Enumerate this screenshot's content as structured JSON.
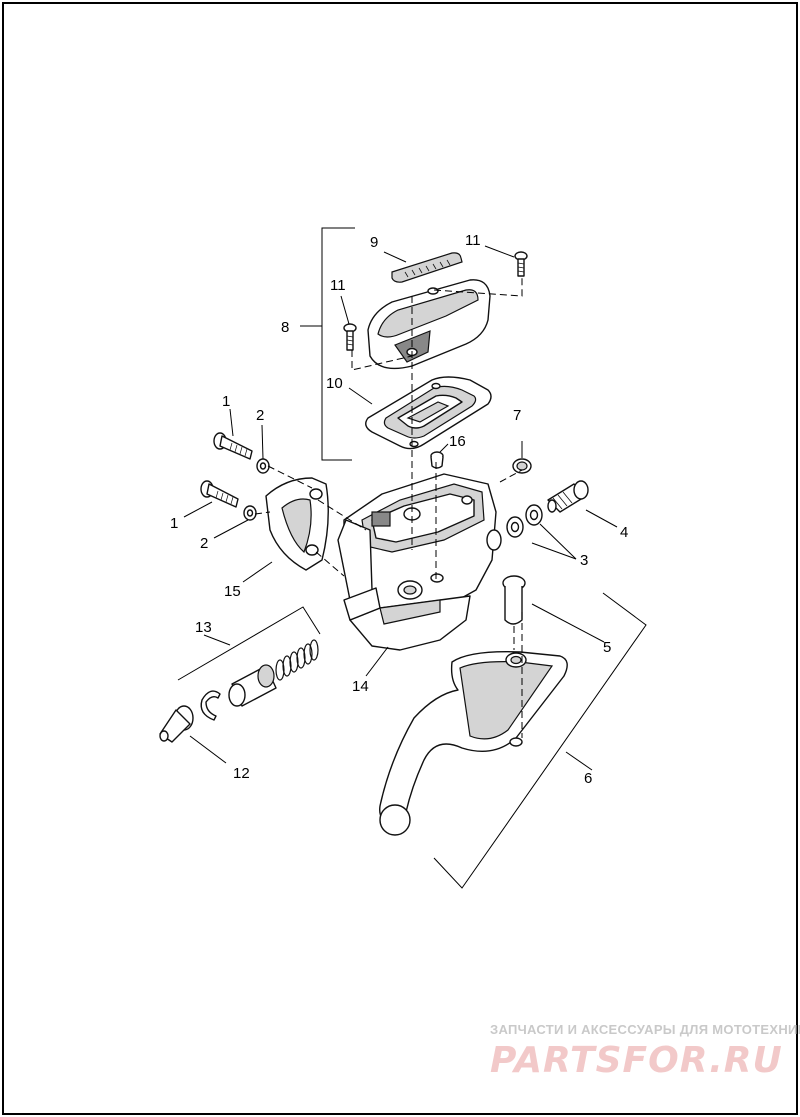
{
  "callouts": [
    {
      "id": "c1a",
      "text": "1"
    },
    {
      "id": "c2a",
      "text": "2"
    },
    {
      "id": "c1b",
      "text": "1"
    },
    {
      "id": "c2b",
      "text": "2"
    },
    {
      "id": "c3",
      "text": "3"
    },
    {
      "id": "c4",
      "text": "4"
    },
    {
      "id": "c5",
      "text": "5"
    },
    {
      "id": "c6",
      "text": "6"
    },
    {
      "id": "c7",
      "text": "7"
    },
    {
      "id": "c8",
      "text": "8"
    },
    {
      "id": "c9",
      "text": "9"
    },
    {
      "id": "c10",
      "text": "10"
    },
    {
      "id": "c11a",
      "text": "11"
    },
    {
      "id": "c11b",
      "text": "11"
    },
    {
      "id": "c12",
      "text": "12"
    },
    {
      "id": "c13",
      "text": "13"
    },
    {
      "id": "c14",
      "text": "14"
    },
    {
      "id": "c15",
      "text": "15"
    },
    {
      "id": "c16",
      "text": "16"
    }
  ],
  "watermark": {
    "tagline": "ЗАПЧАСТИ И АКСЕССУАРЫ ДЛЯ МОТОТЕХНИКИ",
    "logo": "PARTSFOR.RU"
  }
}
